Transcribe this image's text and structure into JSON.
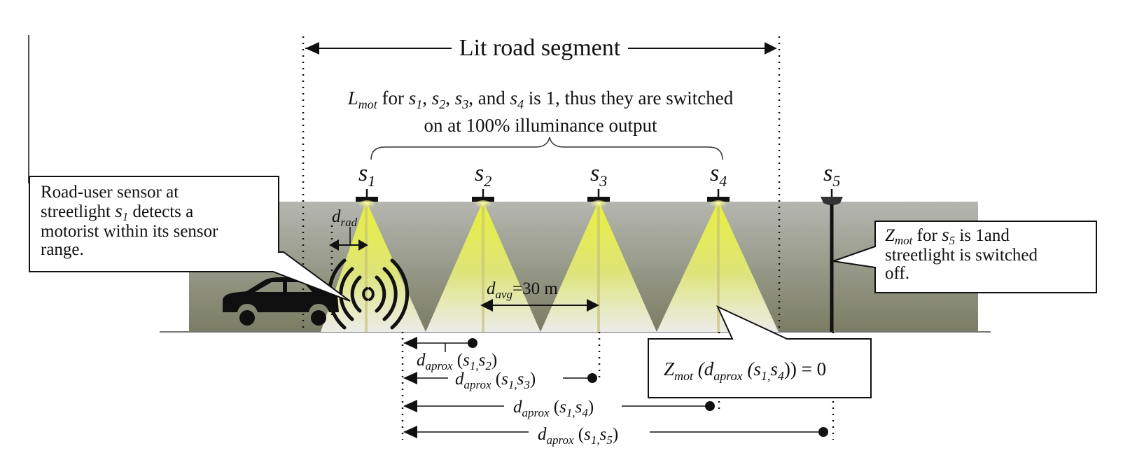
{
  "title": "Lit road segment",
  "lmot_note": {
    "part1": "L",
    "sub1": "mot",
    "part2": " for ",
    "lights": [
      "s1",
      "s2",
      "s3",
      "s4"
    ],
    "part3": " is 1, thus they are switched",
    "line2": "on at 100% illuminance output"
  },
  "streetlights": [
    {
      "label": "s",
      "sub": "1"
    },
    {
      "label": "s",
      "sub": "2"
    },
    {
      "label": "s",
      "sub": "3"
    },
    {
      "label": "s",
      "sub": "4"
    },
    {
      "label": "s",
      "sub": "5"
    }
  ],
  "sensor_callout": {
    "line1": "Road-user sensor at",
    "line2a": "streetlight ",
    "line2b": "s",
    "line2c": "1",
    "line2d": " detects a",
    "line3": "motorist within its sensor",
    "line4": "range."
  },
  "zmot_callout": {
    "a": "Z",
    "b": "mot",
    "c": " for ",
    "d": "s",
    "e": "5",
    "f": " is 1and",
    "line2": "streetlight is switched",
    "line3": "off."
  },
  "zmot_result": {
    "a": "Z",
    "b": "mot",
    "c": " (d",
    "d": "aprox",
    "e": " (s",
    "f": "1,",
    "g": "s",
    "h": "4",
    "i": ")) = 0"
  },
  "drad": {
    "d": "d",
    "sub": "rad"
  },
  "davg": {
    "d": "d",
    "sub": "avg",
    "rest": "=30 m"
  },
  "daprox": [
    {
      "d": "d",
      "sub": "aprox",
      "args": "(s1,s2)"
    },
    {
      "d": "d",
      "sub": "aprox",
      "args": "(s1,s3)"
    },
    {
      "d": "d",
      "sub": "aprox",
      "args": "(s1,s4)"
    },
    {
      "d": "d",
      "sub": "aprox",
      "args": "(s1,s5)"
    }
  ],
  "colors": {
    "beam": "#e6ee3a",
    "road_top": "#b3b4ae",
    "road_bottom": "#7c7f66",
    "ink": "#111111"
  }
}
